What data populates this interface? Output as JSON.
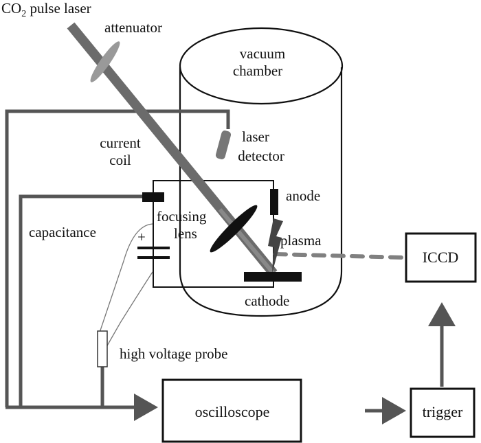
{
  "title": "Experimental setup schematic: CO2 pulse laser triggered discharge plasma",
  "labels": {
    "laser_prefix": "CO",
    "laser_subscript": "2",
    "laser_suffix": " pulse laser",
    "attenuator": "attenuator",
    "vacuum_line1": "vacuum",
    "vacuum_line2": "chamber",
    "current_line1": "current",
    "current_line2": "coil",
    "laser_detector_line1": "laser",
    "laser_detector_line2": "detector",
    "anode": "anode",
    "focusing_line1": "focusing",
    "focusing_line2": "lens",
    "capacitance": "capacitance",
    "plus_sign": "+",
    "plasma": "plasma",
    "cathode": "cathode",
    "icc_d": "ICCD",
    "high_voltage_probe": "high voltage probe",
    "oscilloscope": "oscilloscope",
    "trigger": "trigger"
  },
  "colors": {
    "laser_beam": "#6b6b6b",
    "attenuator": "#999999",
    "wire": "#555555",
    "electrode": "#111111",
    "outline": "#111111"
  }
}
